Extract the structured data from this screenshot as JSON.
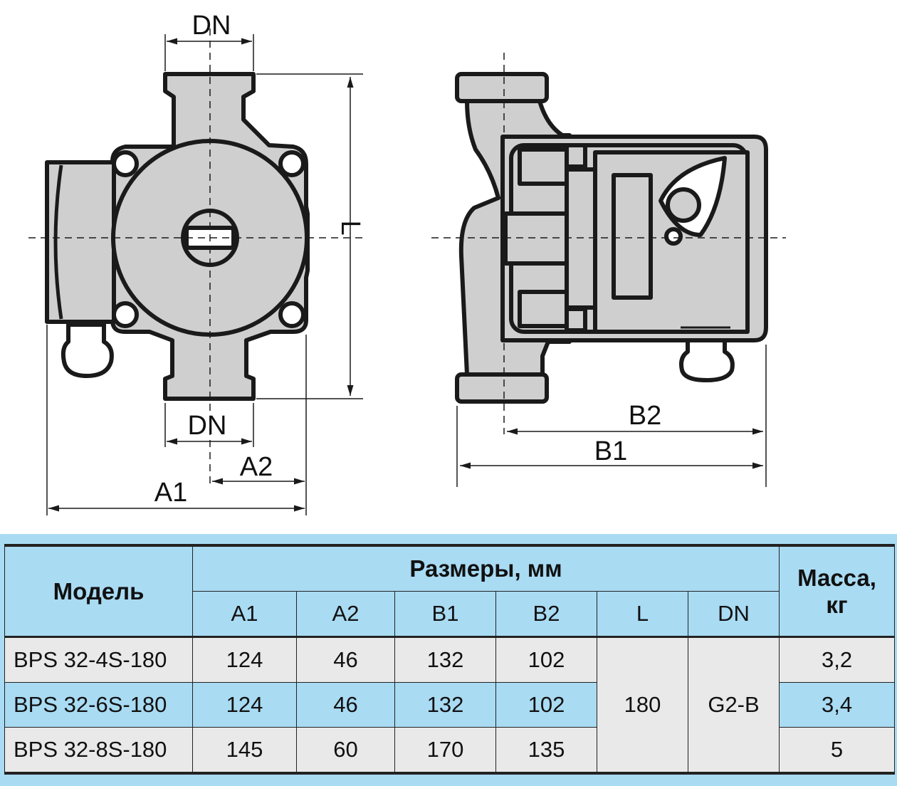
{
  "drawing": {
    "front_view": {
      "dn_top": "DN",
      "dn_bottom": "DN",
      "l_label": "L",
      "a1_label": "A1",
      "a2_label": "A2"
    },
    "side_view": {
      "b1_label": "B1",
      "b2_label": "B2"
    },
    "colors": {
      "line": "#1a1a1a",
      "body_fill": "#cfcfcf",
      "white": "#ffffff"
    }
  },
  "table": {
    "model_header": "Модель",
    "sizes_header": "Размеры, мм",
    "mass_header_line1": "Масса,",
    "mass_header_line2": "кг",
    "columns": [
      "A1",
      "A2",
      "B1",
      "B2",
      "L",
      "DN"
    ],
    "rows": [
      {
        "model": "BPS 32-4S-180",
        "a1": "124",
        "a2": "46",
        "b1": "132",
        "b2": "102",
        "mass": "3,2"
      },
      {
        "model": "BPS 32-6S-180",
        "a1": "124",
        "a2": "46",
        "b1": "132",
        "b2": "102",
        "mass": "3,4"
      },
      {
        "model": "BPS 32-8S-180",
        "a1": "145",
        "a2": "60",
        "b1": "170",
        "b2": "135",
        "mass": "5"
      }
    ],
    "shared": {
      "l": "180",
      "dn": "G2-B"
    },
    "colors": {
      "header_bg": "#a9dbf3",
      "row_grey": "#e9e9e9",
      "row_blue": "#a9dbf3"
    }
  }
}
